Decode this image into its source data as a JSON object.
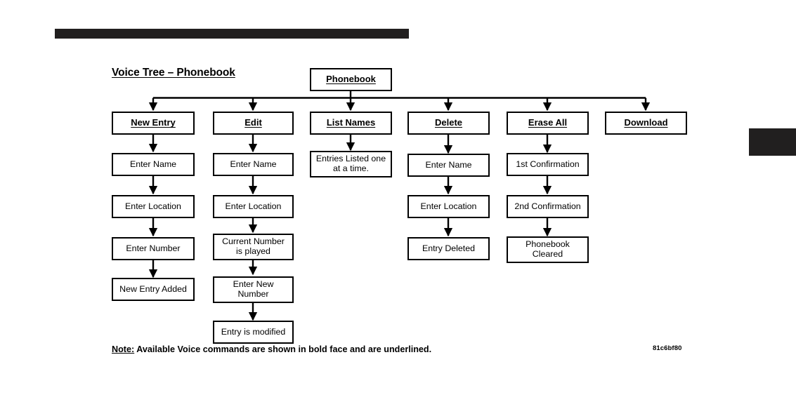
{
  "page": {
    "title": "Voice Tree – Phonebook",
    "note_lead": "Note:",
    "note_text": " Available Voice commands are shown in bold face and are underlined.",
    "figure_code": "81c6bf80",
    "top_bar_color": "#211f1f",
    "edge_tab_color": "#211f1f",
    "background_color": "#ffffff",
    "line_color": "#000000"
  },
  "diagram": {
    "type": "flowchart",
    "root": {
      "label": "Phonebook",
      "kind": "command"
    },
    "columns": [
      {
        "id": "new-entry",
        "command": {
          "label": "New Entry",
          "kind": "command"
        },
        "steps": [
          {
            "label": "Enter Name"
          },
          {
            "label": "Enter Location"
          },
          {
            "label": "Enter Number"
          },
          {
            "label": "New Entry Added"
          }
        ]
      },
      {
        "id": "edit",
        "command": {
          "label": "Edit",
          "kind": "command"
        },
        "steps": [
          {
            "label": "Enter Name"
          },
          {
            "label": "Enter Location"
          },
          {
            "label": "Current Number\nis played"
          },
          {
            "label": "Enter New\nNumber"
          },
          {
            "label": "Entry is modified"
          }
        ]
      },
      {
        "id": "list-names",
        "command": {
          "label": "List Names",
          "kind": "command"
        },
        "steps": [
          {
            "label": "Entries Listed one\nat a time."
          }
        ]
      },
      {
        "id": "delete",
        "command": {
          "label": "Delete",
          "kind": "command"
        },
        "steps": [
          {
            "label": "Enter Name"
          },
          {
            "label": "Enter Location"
          },
          {
            "label": "Entry Deleted"
          }
        ]
      },
      {
        "id": "erase-all",
        "command": {
          "label": "Erase All",
          "kind": "command"
        },
        "steps": [
          {
            "label": "1st Confirmation"
          },
          {
            "label": "2nd Confirmation"
          },
          {
            "label": "Phonebook\nCleared"
          }
        ]
      },
      {
        "id": "download",
        "command": {
          "label": "Download",
          "kind": "command"
        },
        "steps": []
      }
    ]
  }
}
